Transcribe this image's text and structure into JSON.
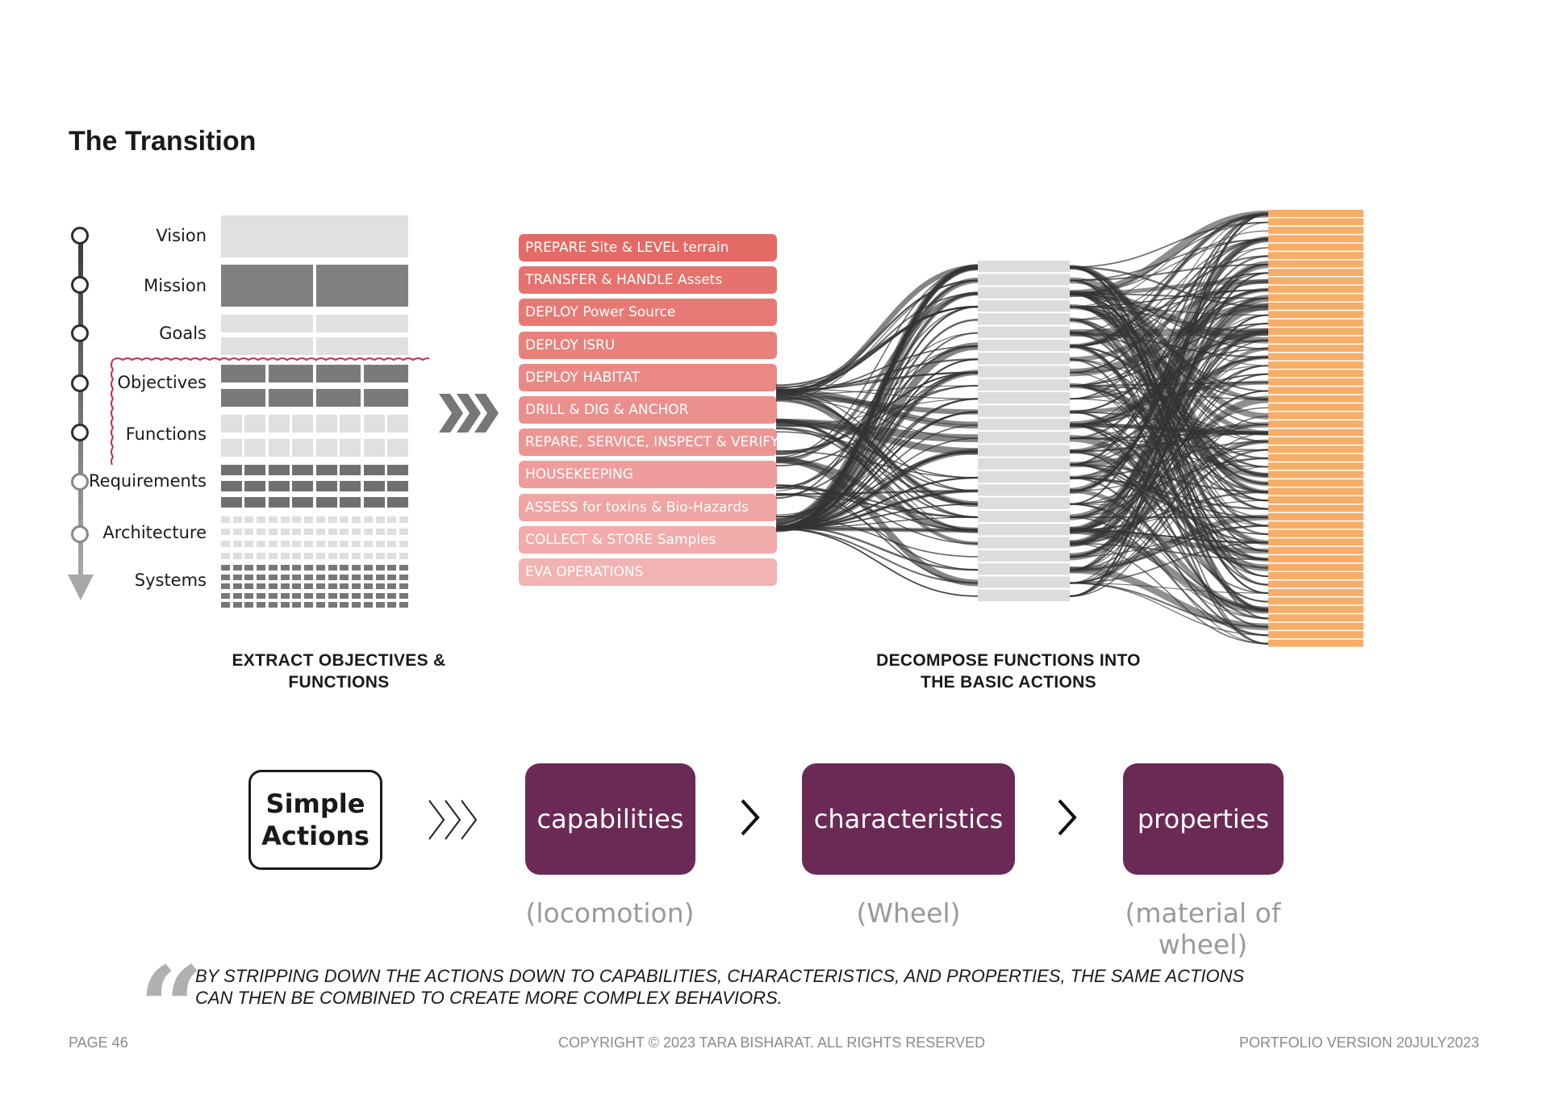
{
  "page": {
    "title": "The Transition"
  },
  "hierarchy": {
    "levels": [
      "Vision",
      "Mission",
      "Goals",
      "Objectives",
      "Functions",
      "Requirements",
      "Architecture",
      "Systems"
    ]
  },
  "functions": [
    "PREPARE Site & LEVEL terrain",
    "TRANSFER & HANDLE Assets",
    "DEPLOY Power Source",
    "DEPLOY ISRU",
    "DEPLOY HABITAT",
    "DRILL & DIG & ANCHOR",
    "REPARE, SERVICE, INSPECT & VERIFY",
    "HOUSEKEEPING",
    "ASSESS for toxins & Bio-Hazards",
    "COLLECT & STORE Samples",
    "EVA OPERATIONS"
  ],
  "captions": {
    "left": [
      "EXTRACT OBJECTIVES &",
      "FUNCTIONS"
    ],
    "right": [
      "DECOMPOSE FUNCTIONS INTO",
      "THE BASIC ACTIONS"
    ]
  },
  "flow": {
    "simple_actions": [
      "Simple",
      "Actions"
    ],
    "boxes": [
      {
        "label": "capabilities",
        "example": "(locomotion)"
      },
      {
        "label": "characteristics",
        "example": "(Wheel)"
      },
      {
        "label": "properties",
        "example": "(material of wheel)"
      }
    ]
  },
  "quote": [
    "BY STRIPPING DOWN THE ACTIONS DOWN TO CAPABILITIES, CHARACTERISTICS, AND PROPERTIES, THE SAME ACTIONS",
    "CAN THEN BE COMBINED TO CREATE MORE COMPLEX BEHAVIORS."
  ],
  "footer": {
    "page": "PAGE 46",
    "copyright": "COPYRIGHT © 2023 TARA BISHARAT. ALL RIGHTS RESERVED",
    "version": "PORTFOLIO VERSION 20JULY2023"
  },
  "colors": {
    "accent": "#6b2a55",
    "highlight_outline": "#c0325a",
    "function_top": "#e46b65",
    "function_bottom": "#f2b3b3",
    "actions_column": "#dcdcdc",
    "properties_column": "#f5ad68"
  }
}
